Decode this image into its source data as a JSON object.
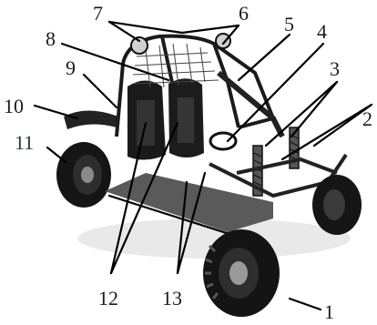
{
  "diagram": {
    "subject": "go-kart-buggy",
    "callouts": [
      {
        "id": "c1",
        "label": "1"
      },
      {
        "id": "c2",
        "label": "2"
      },
      {
        "id": "c3",
        "label": "3"
      },
      {
        "id": "c4",
        "label": "4"
      },
      {
        "id": "c5",
        "label": "5"
      },
      {
        "id": "c6",
        "label": "6"
      },
      {
        "id": "c7",
        "label": "7"
      },
      {
        "id": "c8",
        "label": "8"
      },
      {
        "id": "c9",
        "label": "9"
      },
      {
        "id": "c10",
        "label": "10"
      },
      {
        "id": "c11",
        "label": "11"
      },
      {
        "id": "c12",
        "label": "12"
      },
      {
        "id": "c13",
        "label": "13"
      }
    ]
  }
}
